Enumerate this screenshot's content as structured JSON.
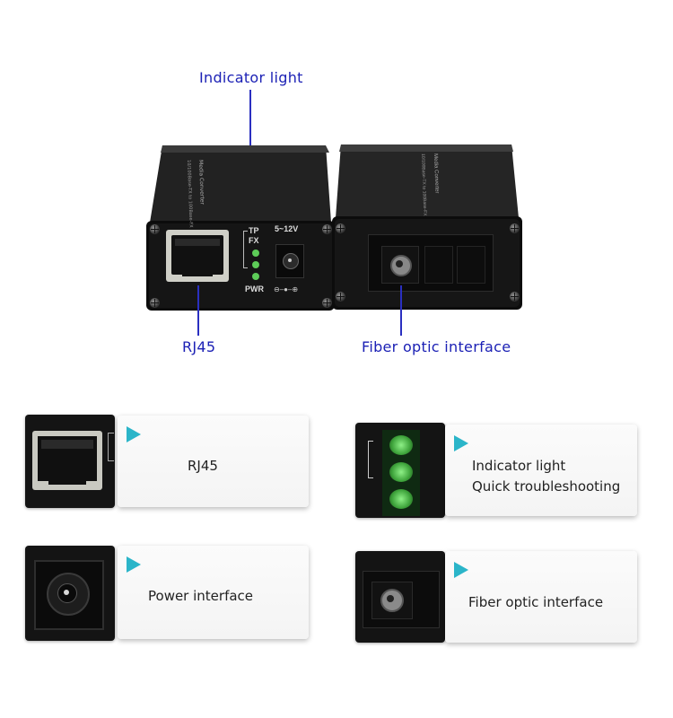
{
  "callouts": {
    "indicator": "Indicator light",
    "rj45": "RJ45",
    "fiber": "Fiber optic interface"
  },
  "device_labels": {
    "tp": "TP",
    "fx": "FX",
    "pwr": "PWR",
    "voltage": "5~12V",
    "top_left": "Media Converter",
    "top_left_sub": "10/100Base-TX to 100Base-FX",
    "top_right": "Media Converter",
    "top_right_sub": "10/100Base-TX to 100Base-FX"
  },
  "features": [
    {
      "title": "RJ45",
      "subtitle": ""
    },
    {
      "title": "Indicator light",
      "subtitle": "Quick troubleshooting"
    },
    {
      "title": "Power interface",
      "subtitle": ""
    },
    {
      "title": "Fiber optic interface",
      "subtitle": ""
    }
  ],
  "colors": {
    "callout_text": "#1c21b5",
    "accent_triangle": "#2bb5c9",
    "led_green": "#6fe06a"
  }
}
